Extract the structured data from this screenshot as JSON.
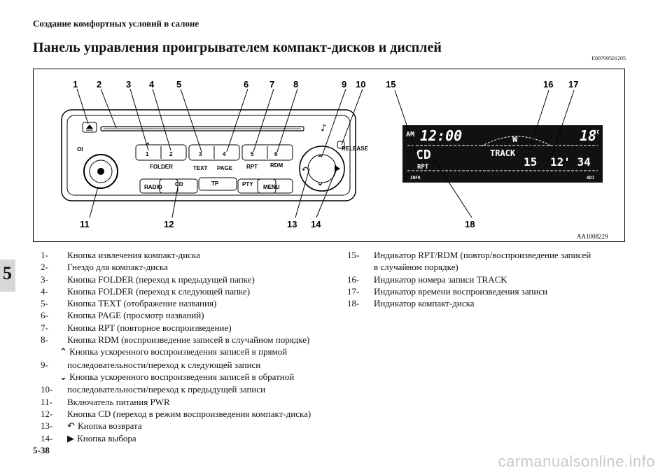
{
  "header": {
    "section": "Создание комфортных условий в салоне"
  },
  "title": "Панель управления проигрывателем компакт-дисков и дисплей",
  "doc_code": "E00709501205",
  "figure": {
    "code": "AA1008229",
    "callouts": [
      "1",
      "2",
      "3",
      "4",
      "5",
      "6",
      "7",
      "8",
      "9",
      "10",
      "15",
      "16",
      "17",
      "11",
      "12",
      "13",
      "14",
      "18"
    ],
    "buttons": {
      "b1": "1",
      "b2": "2",
      "b3": "3",
      "b4": "4",
      "b5": "5",
      "b6": "6",
      "folder": "FOLDER",
      "text": "TEXT",
      "page": "PAGE",
      "rpt": "RPT",
      "rdm": "RDM",
      "radio": "RADIO",
      "cd": "CD",
      "tp": "TP",
      "pty": "PTY",
      "menu": "MENU",
      "release": "RELEASE",
      "power": "OI"
    },
    "lcd": {
      "am": "AM",
      "clock": "12:00",
      "temp": "18",
      "temp_unit": "°C",
      "cd": "CD",
      "track_label": "TRACK",
      "track_num": "15",
      "time": "12' 34",
      "rpt": "RPT",
      "info": "INFO",
      "adj": "ADJ"
    }
  },
  "chapter": "5",
  "left_list": [
    {
      "num": "1-",
      "text": "Кнопка извлечения компакт-диска"
    },
    {
      "num": "2-",
      "text": "Гнездо для компакт-диска"
    },
    {
      "num": "3-",
      "text": "Кнопка FOLDER (переход к предыдущей папке)"
    },
    {
      "num": "4-",
      "text": "Кнопка FOLDER (переход к следующей папке)"
    },
    {
      "num": "5-",
      "text": "Кнопка TEXT (отображение названия)"
    },
    {
      "num": "6-",
      "text": "Кнопка PAGE (просмотр названий)"
    },
    {
      "num": "7-",
      "text": "Кнопка RPT (повторное воспроизведение)"
    },
    {
      "num": "8-",
      "text": "Кнопка RDM (воспроизведение записей в случайном порядке)"
    },
    {
      "num": "",
      "cont": "Кнопка ускоренного воспроизведения записей в прямой",
      "icon": "up-arrow-icon"
    },
    {
      "num": "9-",
      "text": "последовательности/переход к следующей записи"
    },
    {
      "num": "",
      "cont": "Кнопка ускоренного воспроизведения записей в обратной",
      "icon": "down-arrow-icon"
    },
    {
      "num": "10-",
      "text": "последовательности/переход к предыдущей записи"
    },
    {
      "num": "11-",
      "text": "Включатель питания PWR"
    },
    {
      "num": "12-",
      "text": "Кнопка CD (переход в режим воспроизведения компакт-диска)"
    },
    {
      "num": "13-",
      "text": "Кнопка возврата",
      "icon": "return-arrow-icon"
    },
    {
      "num": "14-",
      "text": "Кнопка выбора",
      "icon": "play-triangle-icon"
    }
  ],
  "right_list": [
    {
      "num": "15-",
      "text": "Индикатор RPT/RDM (повтор/воспроизведение записей"
    },
    {
      "num": "",
      "text": "в случайном порядке)"
    },
    {
      "num": "16-",
      "text": "Индикатор номера записи TRACK"
    },
    {
      "num": "17-",
      "text": "Индикатор времени воспроизведения записи"
    },
    {
      "num": "18-",
      "text": "Индикатор компакт-диска"
    }
  ],
  "page_number": "5-38",
  "watermark": "carmanualsonline.info"
}
